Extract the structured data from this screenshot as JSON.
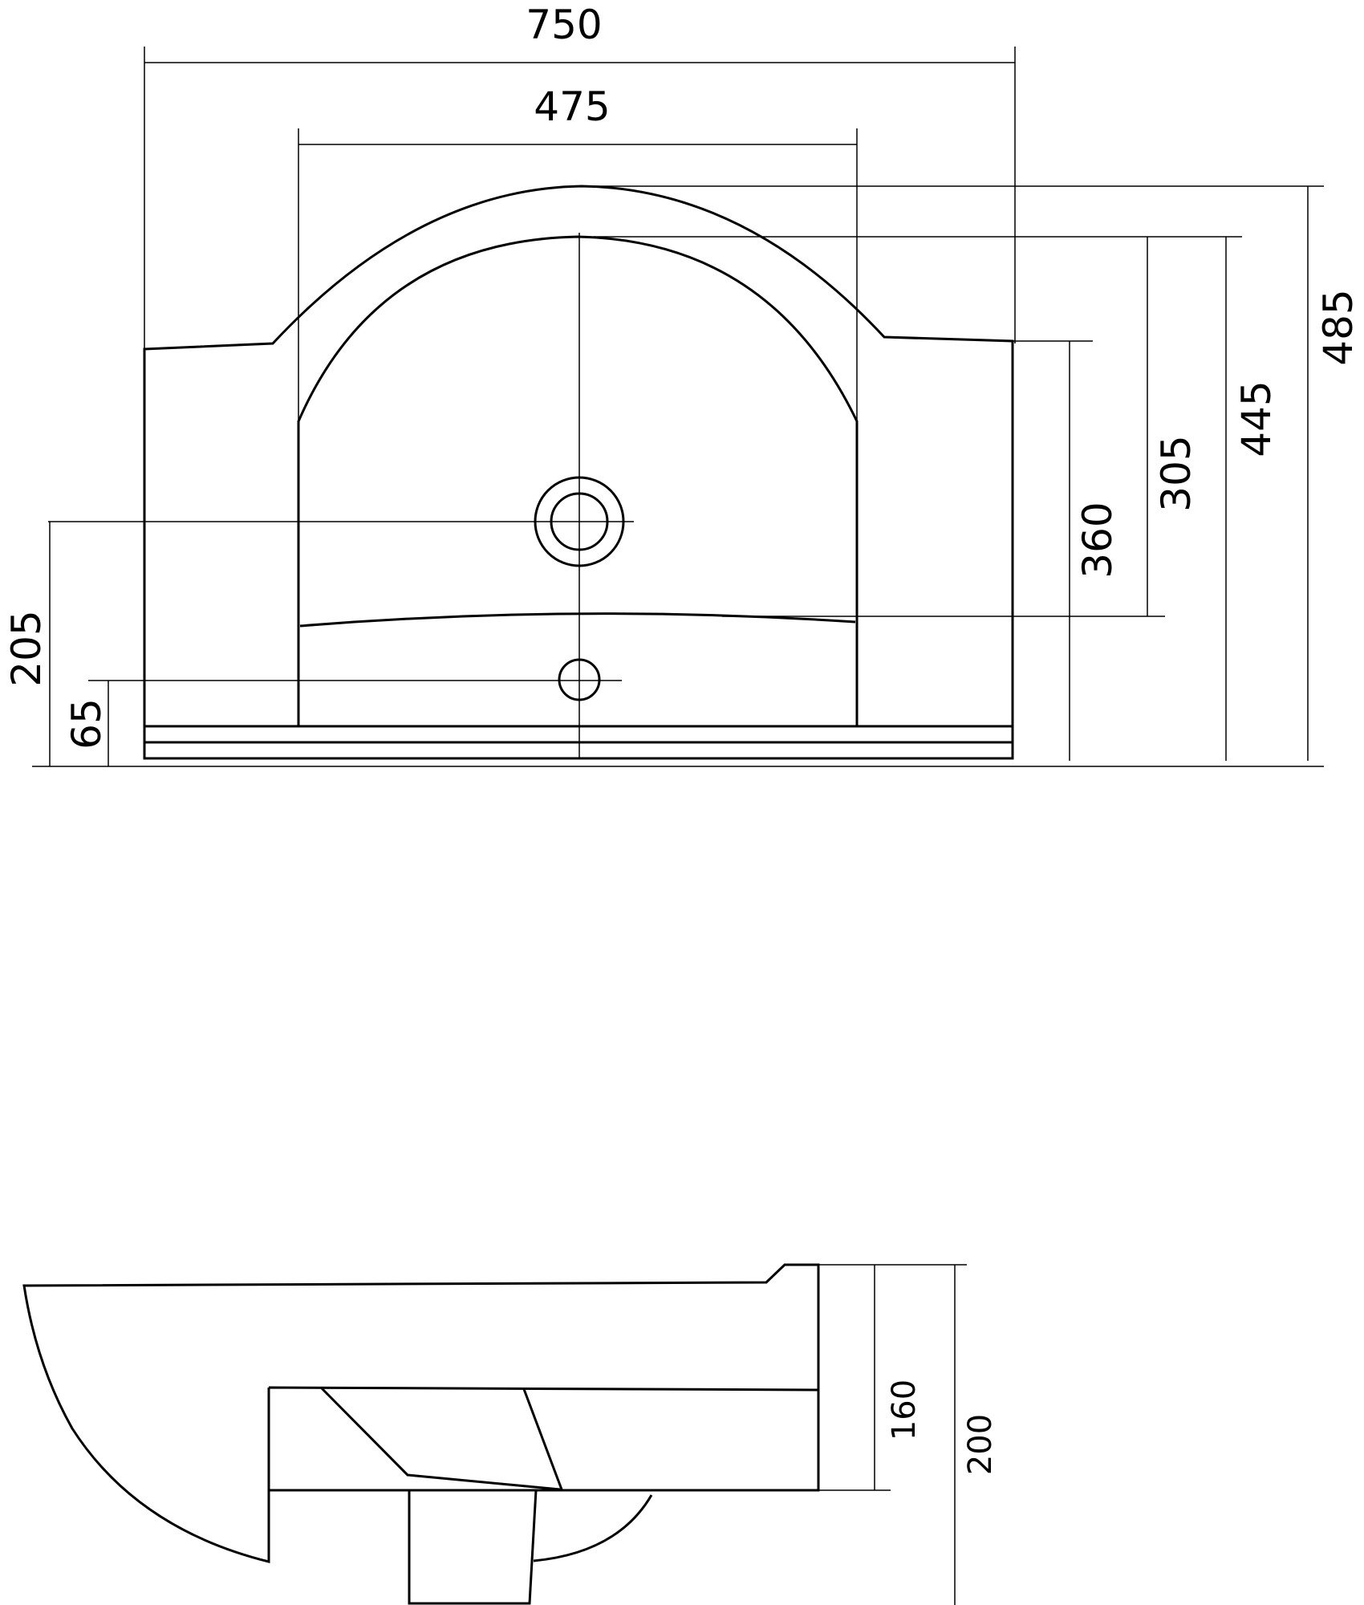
{
  "plan_view": {
    "dimensions": {
      "overall_width": "750",
      "bowl_width": "475",
      "overall_depth": "485",
      "bowl_depth": "445",
      "drain_offset": "305",
      "side_depth": "360",
      "drain_from_front": "205",
      "overflow_from_front": "65"
    }
  },
  "side_view": {
    "dimensions": {
      "inner_height": "160",
      "overall_height": "200"
    }
  }
}
